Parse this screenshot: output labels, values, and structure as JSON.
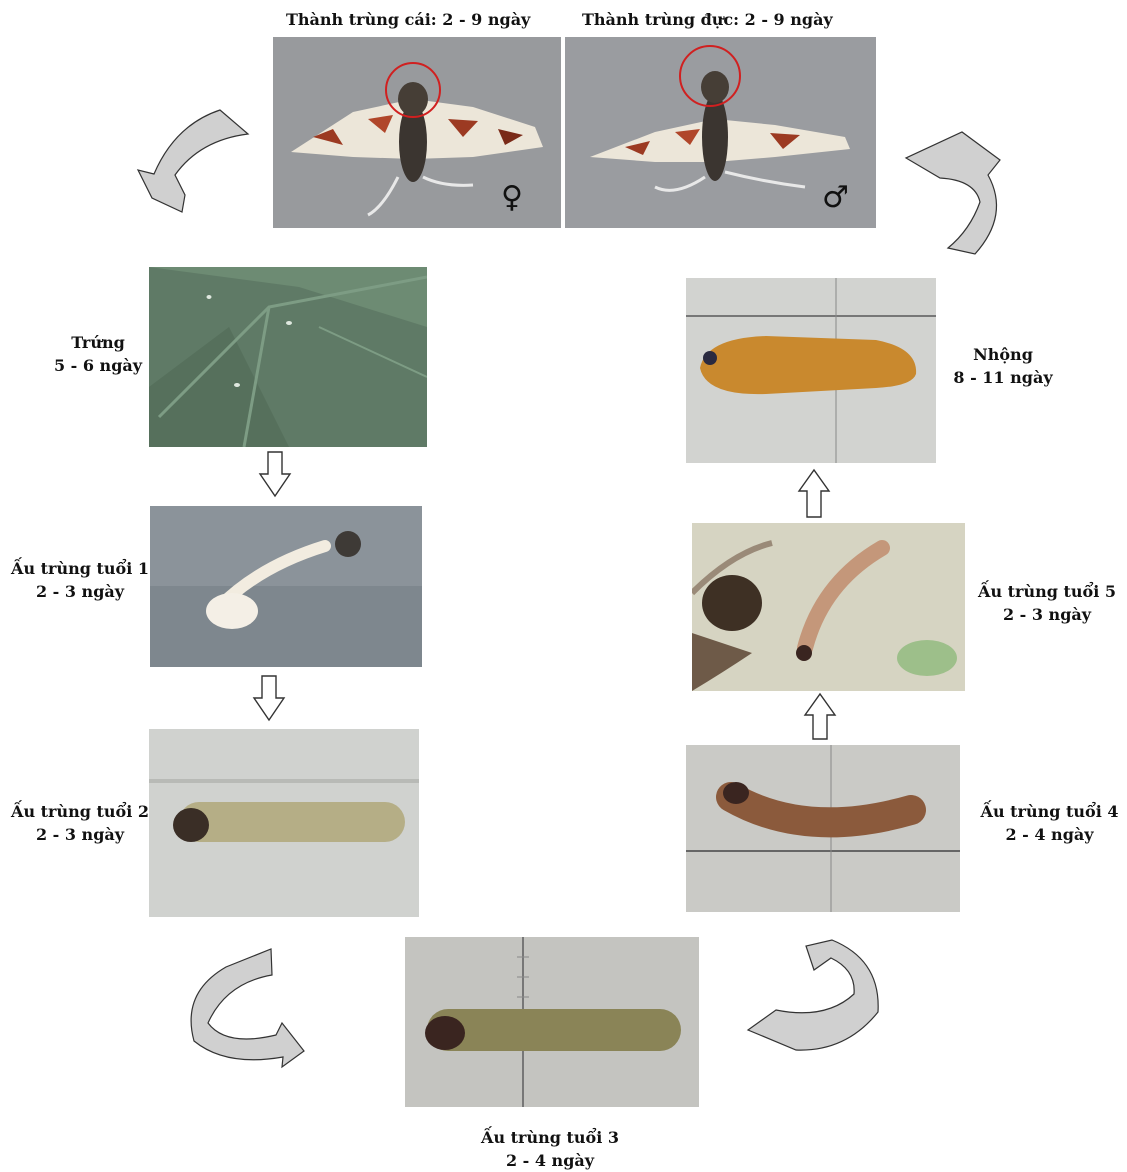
{
  "diagram": {
    "adult_female": {
      "title": "Thành trùng cái: 2 - 9 ngày",
      "symbol": "♀"
    },
    "adult_male": {
      "title": "Thành trùng đực: 2 - 9 ngày",
      "symbol": "♂"
    },
    "stages": {
      "egg": {
        "name": "Trứng",
        "duration": "5 - 6 ngày"
      },
      "larva1": {
        "name": "Ấu trùng tuổi 1",
        "duration": "2 - 3 ngày"
      },
      "larva2": {
        "name": "Ấu trùng tuổi 2",
        "duration": "2 - 3 ngày"
      },
      "larva3": {
        "name": "Ấu trùng tuổi 3",
        "duration": "2 - 4 ngày"
      },
      "larva4": {
        "name": "Ấu trùng tuổi 4",
        "duration": "2 - 4 ngày"
      },
      "larva5": {
        "name": "Ấu trùng tuổi 5",
        "duration": "2 - 3 ngày"
      },
      "pupa": {
        "name": "Nhộng",
        "duration": "8 - 11 ngày"
      }
    },
    "colors": {
      "arrow_fill": "#d0d0d0",
      "highlight_circle": "#d02020"
    }
  }
}
